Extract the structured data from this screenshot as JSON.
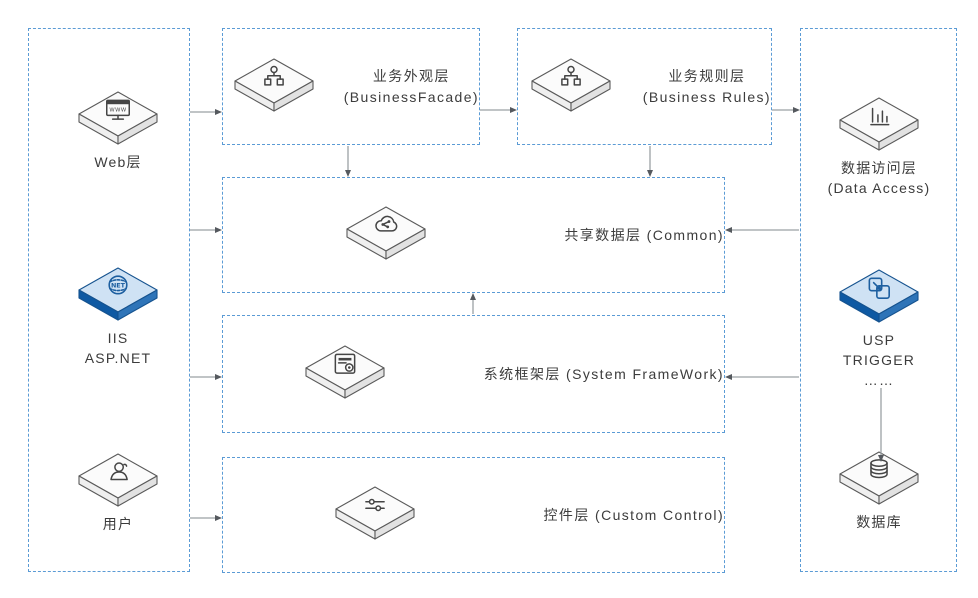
{
  "nodes": {
    "web": {
      "label": "Web层",
      "icon": "browser-www-icon"
    },
    "iis": {
      "line1": "IIS",
      "line2": "ASP.NET",
      "icon": "dotnet-globe-icon"
    },
    "user": {
      "label": "用户",
      "icon": "person-icon"
    },
    "facade": {
      "title": "业务外观层",
      "subtitle": "(BusinessFacade)",
      "icon": "sitemap-icon"
    },
    "rules": {
      "title": "业务规则层",
      "subtitle": "(Business Rules)",
      "icon": "sitemap-icon"
    },
    "common": {
      "title": "共享数据层 (Common)",
      "icon": "cloud-share-icon"
    },
    "framework": {
      "title": "系统框架层 (System FrameWork)",
      "icon": "form-document-icon"
    },
    "control": {
      "title": "控件层 (Custom Control)",
      "icon": "sliders-icon"
    },
    "data_access": {
      "title": "数据访问层",
      "subtitle": "(Data Access)",
      "icon": "bar-chart-icon"
    },
    "usp": {
      "line1": "USP",
      "line2": "TRIGGER",
      "line3": "……",
      "icon": "overlap-windows-arrow-icon"
    },
    "database": {
      "label": "数据库",
      "icon": "database-cylinder-icon"
    }
  },
  "colors": {
    "dashed_border": "#5b9bd5",
    "arrow_shaft": "#9aa0a5",
    "arrow_head": "#55595e",
    "text": "#3c3c3c",
    "gray_tile_top": "#fbfbfb",
    "blue_tile_top": "#cfe2f4",
    "blue_tile_left": "#0e59a3",
    "blue_tile_right": "#2e74b8"
  }
}
